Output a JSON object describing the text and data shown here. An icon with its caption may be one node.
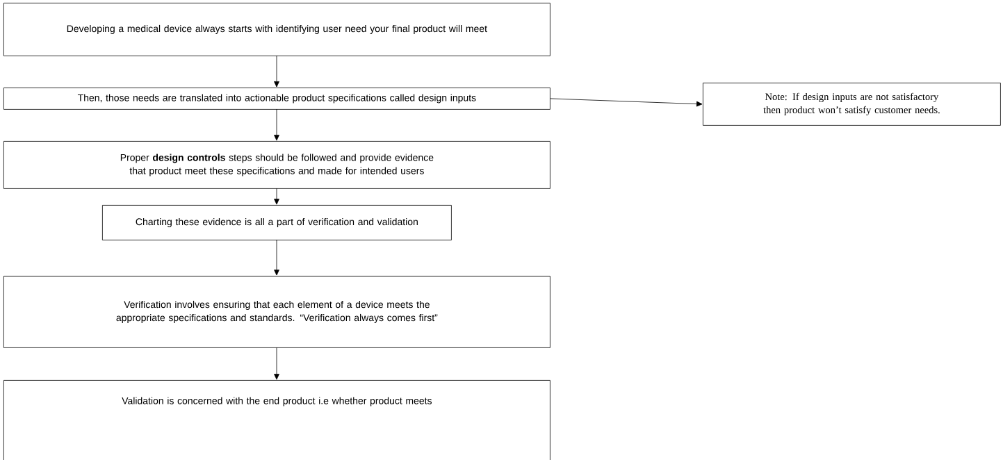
{
  "diagram": {
    "nodes": [
      {
        "text": [
          "Developing a medical device always starts with identifying user need your final product will meet"
        ]
      },
      {
        "text": [
          "Then, those needs are translated into actionable product specifications called design inputs"
        ]
      },
      {
        "text": [
          "Note: If design inputs are not satisfactory then product won’t satisfy customer needs."
        ]
      },
      {
        "text": [
          "Proper **design controls** steps should be followed and provide evidence that product meet these specifications and made for intended users"
        ]
      },
      {
        "text": [
          "Charting these evidence is all a part of verification and validation"
        ]
      },
      {
        "text": [
          "Verification involves ensuring that each element of a device meets the appropriate specifications and standards. “Verification always comes first”"
        ]
      },
      {
        "text": [
          "Validation is concerned with the end product i.e whether product meets"
        ]
      }
    ],
    "edges": [
      {
        "from": 0,
        "to": 1,
        "arrow": "to"
      },
      {
        "from": 1,
        "to": 2,
        "arrow": "to"
      },
      {
        "from": 1,
        "to": 3,
        "arrow": "to"
      },
      {
        "from": 3,
        "to": 4,
        "arrow": "to"
      },
      {
        "from": 4,
        "to": 5,
        "arrow": "to"
      },
      {
        "from": 5,
        "to": 6,
        "arrow": "to"
      }
    ]
  }
}
